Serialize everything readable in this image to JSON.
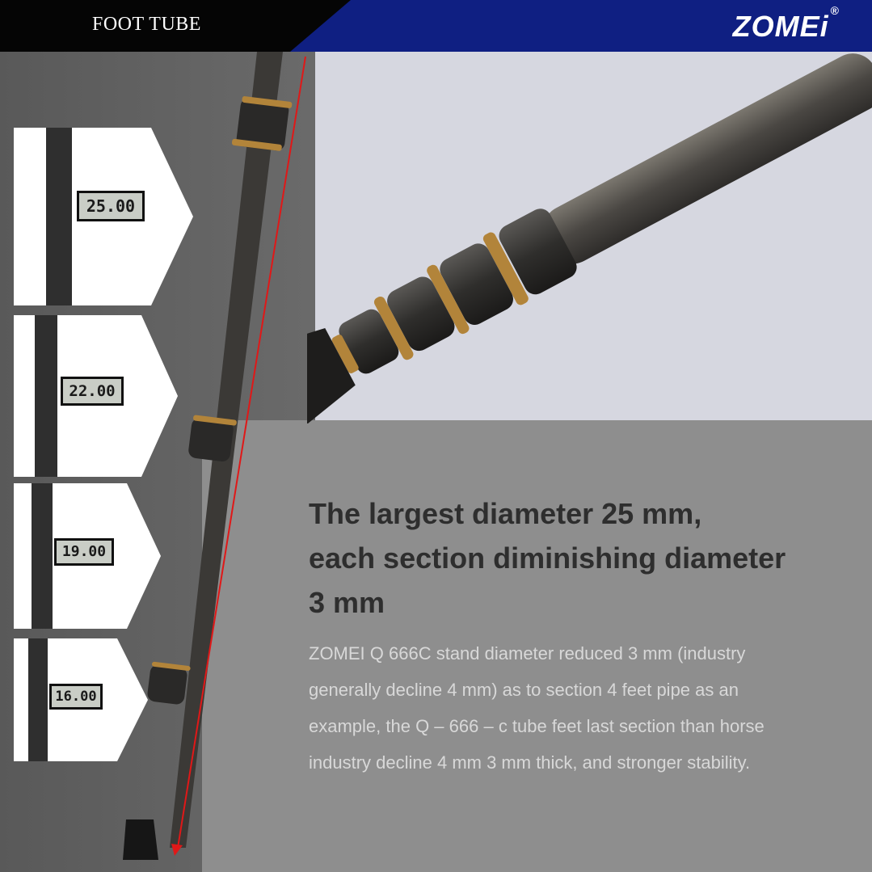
{
  "header": {
    "title": "FOOT TUBE",
    "brand": "ZOMEi",
    "registered": "®"
  },
  "headline": {
    "line1": "The largest diameter 25 mm,",
    "line2": "each section diminishing diameter",
    "line3": "3 mm"
  },
  "body": {
    "line1": "ZOMEI Q 666C stand diameter reduced 3 mm (industry",
    "line2": "generally decline 4 mm) as to section 4 feet pipe as an",
    "line3": "example, the Q – 666 – c tube feet last section than horse",
    "line4": "industry decline 4 mm 3 mm thick, and stronger stability."
  },
  "caliper_readings": [
    "25.00",
    "22.00",
    "19.00",
    "16.00"
  ],
  "colors": {
    "header_black": "#050505",
    "header_blue": "#0f1f82",
    "arrow_red": "#e01818"
  }
}
